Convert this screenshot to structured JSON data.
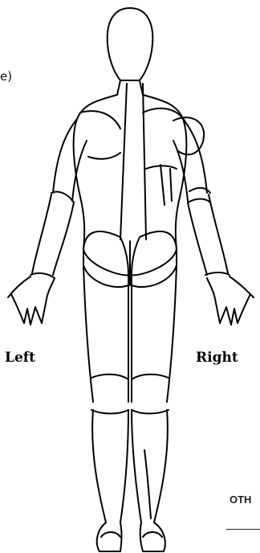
{
  "labels": {
    "left": "Left",
    "right": "Right",
    "other_partial": "OTH",
    "paren_partial": "e)"
  },
  "colors": {
    "line": "#000000",
    "background": "#ffffff"
  }
}
